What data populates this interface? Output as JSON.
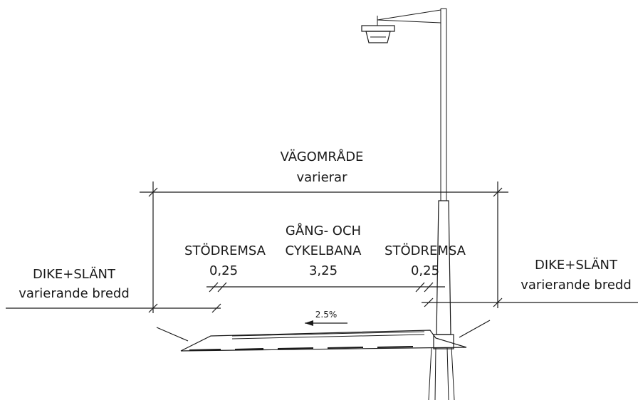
{
  "road_area": {
    "title": "VÄGOMRÅDE",
    "value": "varierar"
  },
  "path": {
    "title_line1": "GÅNG- OCH",
    "title_line2": "CYKELBANA",
    "width": "3,25"
  },
  "shoulder_left": {
    "title": "STÖDREMSA",
    "width": "0,25"
  },
  "shoulder_right": {
    "title": "STÖDREMSA",
    "width": "0,25"
  },
  "ditch_left": {
    "title": "DIKE+SLÄNT",
    "value": "varierande bredd"
  },
  "ditch_right": {
    "title": "DIKE+SLÄNT",
    "value": "varierande bredd"
  },
  "slope": {
    "value": "2.5%"
  }
}
